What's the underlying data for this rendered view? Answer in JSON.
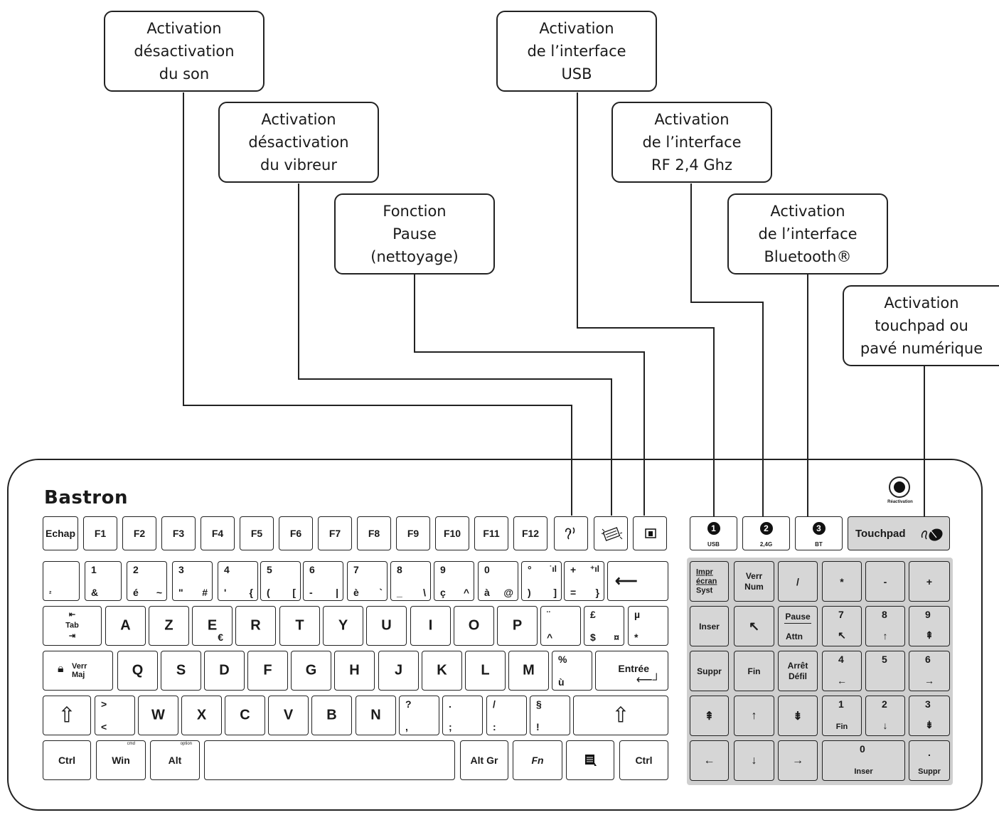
{
  "callouts": {
    "sound": [
      "Activation",
      "désactivation",
      "du son"
    ],
    "vibreur": [
      "Activation",
      "désactivation",
      "du vibreur"
    ],
    "pause": [
      "Fonction",
      "Pause",
      "(nettoyage)"
    ],
    "usb": [
      "Activation",
      "de l’interface",
      "USB"
    ],
    "rf": [
      "Activation",
      "de l’interface",
      "RF 2,4 Ghz"
    ],
    "bt": [
      "Activation",
      "de l’interface",
      "Bluetooth®"
    ],
    "touchpad": [
      "Activation",
      "touchpad ou",
      "pavé numérique"
    ]
  },
  "brand": "Bastron",
  "reset_label": "Réactivation",
  "frow": [
    "Echap",
    "F1",
    "F2",
    "F3",
    "F4",
    "F5",
    "F6",
    "F7",
    "F8",
    "F9",
    "F10",
    "F11",
    "F12"
  ],
  "frow_icons": [
    "ear-icon",
    "keyboard-vibration-icon",
    "pause-clean-icon"
  ],
  "interfaces": [
    {
      "n": "1",
      "label": "USB"
    },
    {
      "n": "2",
      "label": "2,4G"
    },
    {
      "n": "3",
      "label": "BT"
    }
  ],
  "touchpad_label": "Touchpad",
  "num_row": [
    {
      "tl": "",
      "bl": "²",
      "br": ""
    },
    {
      "tl": "1",
      "bl": "&",
      "br": ""
    },
    {
      "tl": "2",
      "bl": "é",
      "br": "~"
    },
    {
      "tl": "3",
      "bl": "\"",
      "br": "#"
    },
    {
      "tl": "4",
      "bl": "'",
      "br": "{"
    },
    {
      "tl": "5",
      "bl": "(",
      "br": "["
    },
    {
      "tl": "6",
      "bl": "-",
      "br": "|"
    },
    {
      "tl": "7",
      "bl": "è",
      "br": "`"
    },
    {
      "tl": "8",
      "bl": "_",
      "br": "\\"
    },
    {
      "tl": "9",
      "bl": "ç",
      "br": "^"
    },
    {
      "tl": "0",
      "bl": "à",
      "br": "@"
    },
    {
      "tl": "°",
      "bl": ")",
      "br": "]"
    },
    {
      "tl": "+",
      "bl": "=",
      "br": "}"
    }
  ],
  "az_row": [
    "A",
    "Z",
    "E",
    "R",
    "T",
    "Y",
    "U",
    "I",
    "O",
    "P"
  ],
  "az_extra": [
    {
      "tl": "¨",
      "bl": "^",
      "br": ""
    },
    {
      "tl": "£",
      "bl": "$",
      "br": "¤"
    },
    {
      "tl": "µ",
      "bl": "*",
      "br": ""
    }
  ],
  "euro": "€",
  "tab_label": "Tab",
  "caps_label": [
    "Verr",
    "Maj"
  ],
  "q_row": [
    "Q",
    "S",
    "D",
    "F",
    "G",
    "H",
    "J",
    "K",
    "L",
    "M"
  ],
  "q_extra": {
    "tl": "%",
    "bl": "ù"
  },
  "enter_label": "Entrée",
  "w_row": [
    "W",
    "X",
    "C",
    "V",
    "B",
    "N"
  ],
  "lt_key": {
    "tl": ">",
    "bl": "<"
  },
  "w_extra": [
    {
      "tl": "?",
      "bl": ","
    },
    {
      "tl": ".",
      "bl": ";"
    },
    {
      "tl": "/",
      "bl": ":"
    },
    {
      "tl": "§",
      "bl": "!"
    }
  ],
  "bottom": {
    "ctrl": "Ctrl",
    "win": "Win",
    "win_small": "cmd",
    "alt": "Alt",
    "alt_small": "option",
    "altgr": "Alt Gr",
    "fn": "Fn",
    "ctrl_r": "Ctrl"
  },
  "numpad": {
    "impr": [
      "Impr",
      "écran",
      "Syst"
    ],
    "verrnum": [
      "Verr",
      "Num"
    ],
    "slash": "/",
    "star": "*",
    "minus": "-",
    "plus": "+",
    "inser": "Inser",
    "pause": [
      "Pause",
      "Attn"
    ],
    "n7": "7",
    "n8": "8",
    "n9": "9",
    "suppr": "Suppr",
    "fin": "Fin",
    "arret": [
      "Arrêt",
      "Défil"
    ],
    "n4": "4",
    "n5": "5",
    "n6": "6",
    "n1": "1",
    "n1_sub": "Fin",
    "n2": "2",
    "n3": "3",
    "n0": "0",
    "n0_sub": "Inser",
    "dot": ".",
    "dot_sub": "Suppr"
  }
}
